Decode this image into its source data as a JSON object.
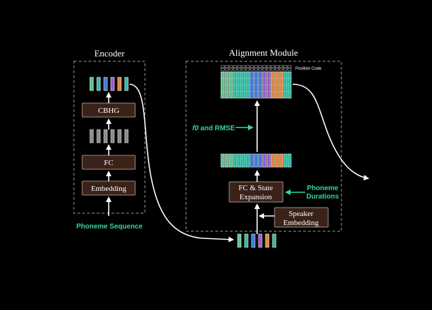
{
  "encoder": {
    "title": "Encoder",
    "cbhg": "CBHG",
    "fc": "FC",
    "embedding": "Embedding",
    "input_label": "Phoneme Sequence"
  },
  "alignment": {
    "title": "Alignment Module",
    "position_code": "Position Code",
    "f0_label_italic": "f0",
    "f0_label_rest": " and RMSE",
    "fc_state_line1": "FC & State",
    "fc_state_line2": "Expansion",
    "phoneme_durations_line1": "Phoneme",
    "phoneme_durations_line2": "Durations",
    "speaker_line1": "Speaker",
    "speaker_line2": "Embedding"
  },
  "colors": {
    "box_fill": "#3a2218",
    "box_stroke": "#c8b4a8",
    "label_green": "#2fd9a0",
    "dashed": "#9a9a9a",
    "arrow": "#ffffff",
    "cell_green": "#5cc08a",
    "cell_teal": "#2fb8a0",
    "cell_blue": "#3b78d8",
    "cell_purple": "#9b59d0",
    "cell_orange": "#e0843a",
    "cell_gray": "#8a8a8a"
  }
}
